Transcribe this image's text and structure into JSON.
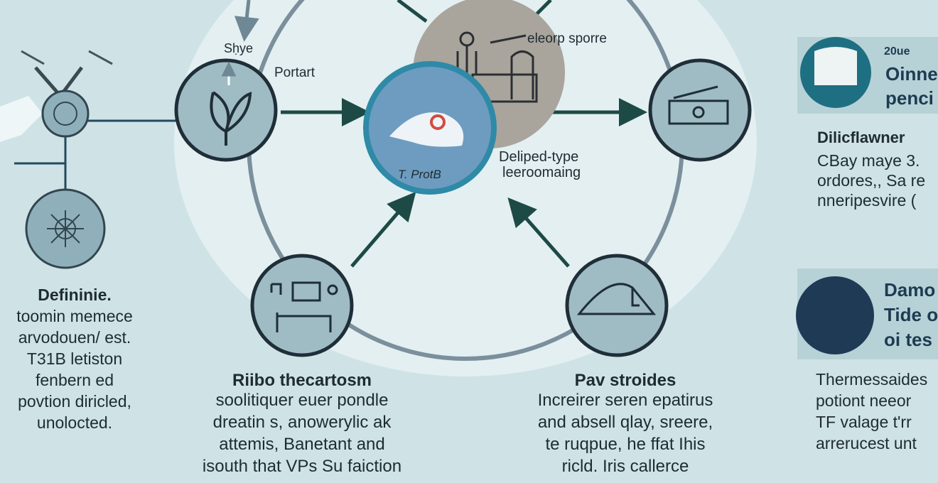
{
  "top_labels": {
    "shye": "Sḥye",
    "portart": "Portart",
    "eleorp_sporre": "eleorp sporre",
    "delipeed_type": "Deliped-type",
    "leeroomaing": "leeroomaing",
    "center_label": "T. ProtB"
  },
  "left_panel": {
    "title": "Defininie.",
    "lines": [
      "toomin memece",
      "arvodouen/ est.",
      "T31B letiston",
      "fenbern ed",
      "povtion diricled,",
      "unolocted."
    ]
  },
  "bottom_left": {
    "title": "Riibo thecartosm",
    "lines": [
      "soolitiquer euer pondle",
      "dreatin s, anowerylic ak",
      "attemis, Banetant and",
      "isouth that VPs Su faiction"
    ]
  },
  "bottom_right": {
    "title": "Pav stroides",
    "lines": [
      "Increirer seren epatirus",
      "and absell qlay, sreere,",
      "te ruqpue, he ffat Ihis",
      "ricld. Iris callerce"
    ]
  },
  "right_top": {
    "small": "20ue",
    "line1": "Oinne",
    "line2": "penci"
  },
  "right_mid": {
    "title": "Dilicflawner",
    "lines": [
      "CBay maye 3.",
      "ordores,, Sa re",
      "nneripesvire ("
    ]
  },
  "right_info": {
    "line1": "Damo",
    "line2": "Tide o",
    "line3": "oi tes"
  },
  "right_bottom": {
    "lines": [
      "Thermessaides",
      "potiont neeor",
      "TF valage t'rr",
      "arrerucest unt"
    ]
  },
  "colors": {
    "background": "#cfe3e6",
    "ring": "#7b8f9c",
    "node_fill": "#9fbcc4",
    "node_stroke": "#1f2e38",
    "arrow": "#1e4a46",
    "accent_teal": "#2e8aa6",
    "hub_grey": "#a9a49c",
    "panel_bg": "#b7d2d7"
  }
}
